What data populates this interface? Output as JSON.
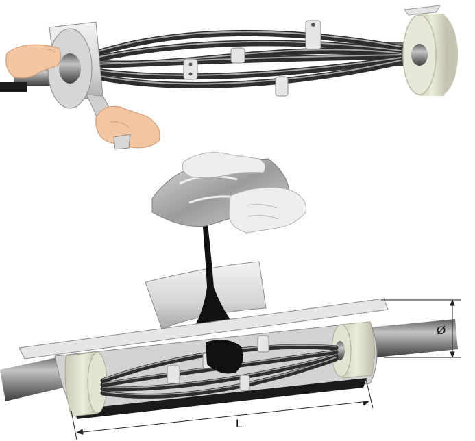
{
  "dimensions": {
    "diameter_label": "Ø",
    "length_label": "L"
  },
  "colors": {
    "background": "#ffffff",
    "cable": "#3a3a3a",
    "cable_highlight": "#9a9a9a",
    "tape": "#d8d8c6",
    "tape_edge": "#bdbdaa",
    "mould": "#e4e4e4",
    "mould_shadow": "#a9a9a9",
    "pipe": "#8e8e8e",
    "resin": "#111111",
    "glove": "#eeeeee",
    "skin": "#f3c9a6",
    "bag": "#c9c9c9"
  },
  "illustration": {
    "top_panel": "tape-wrapping-step",
    "bottom_panel": "resin-pouring-step"
  }
}
